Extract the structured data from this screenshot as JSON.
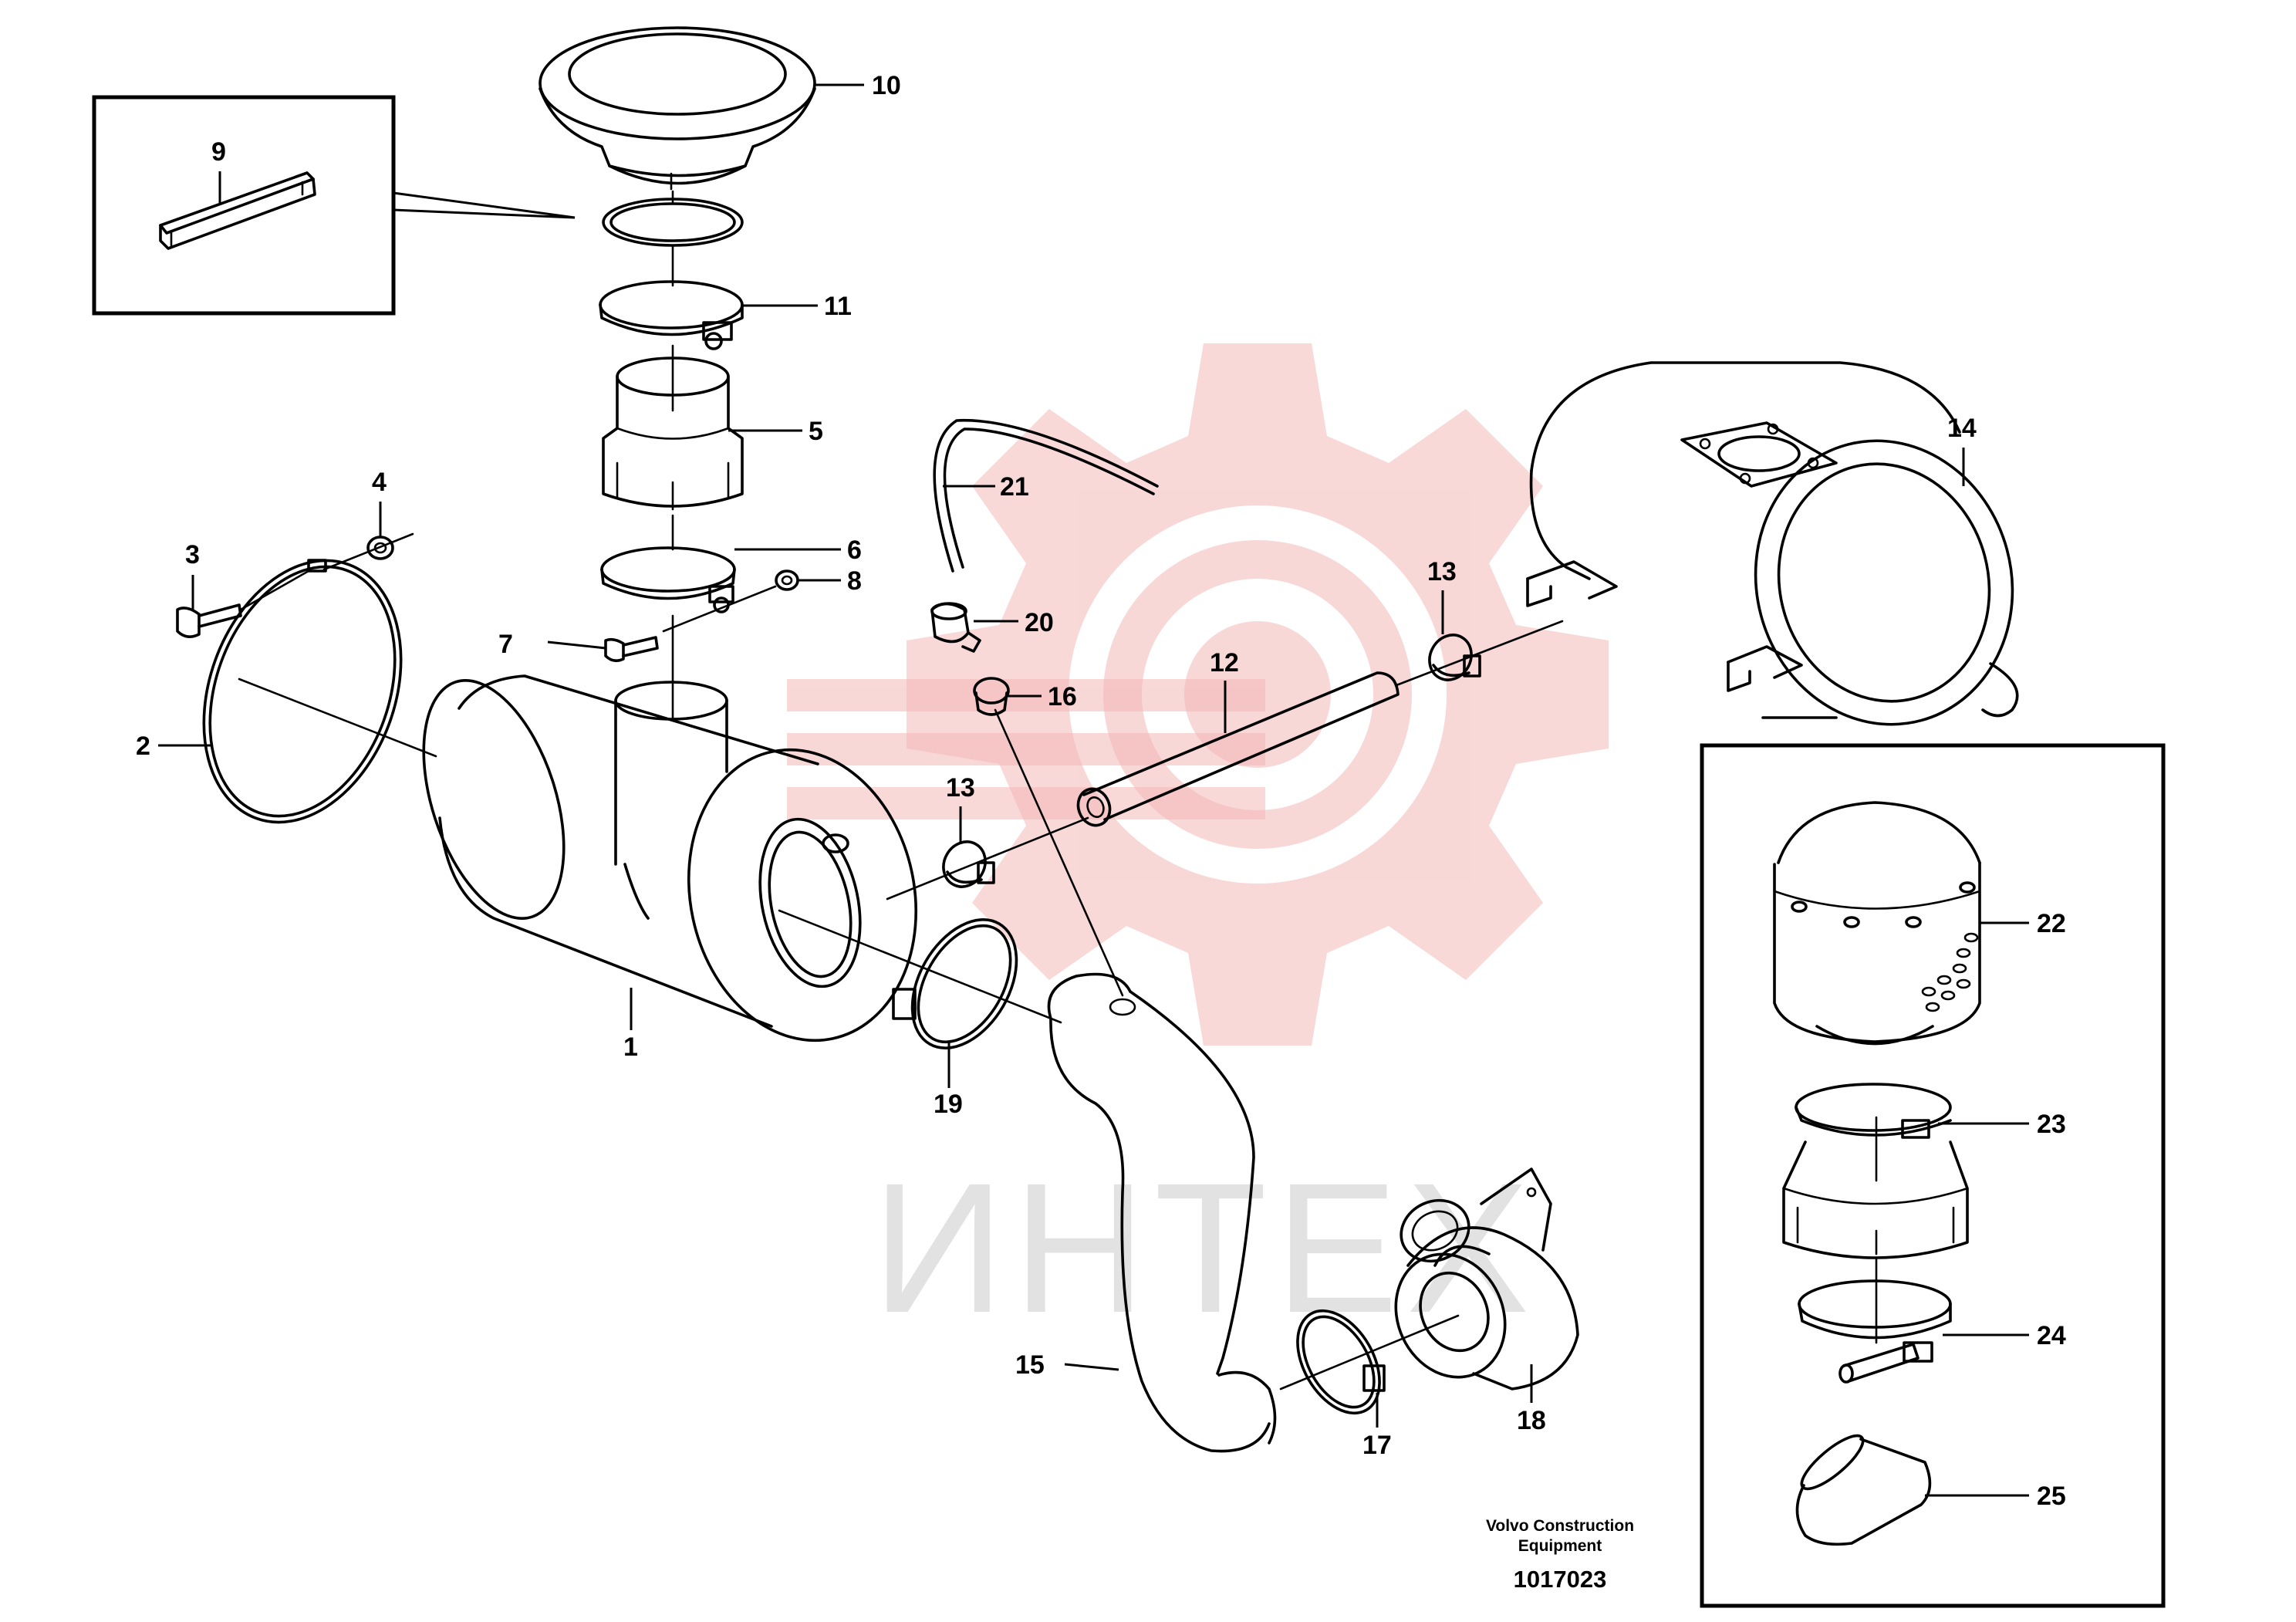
{
  "watermark": {
    "text": "ИНТЕХ",
    "color": "#f4b8b8"
  },
  "branding": {
    "line1": "Volvo Construction",
    "line2": "Equipment",
    "drawing_number": "1017023"
  },
  "callouts": [
    {
      "id": "c1",
      "label": "1"
    },
    {
      "id": "c2",
      "label": "2"
    },
    {
      "id": "c3",
      "label": "3"
    },
    {
      "id": "c4",
      "label": "4"
    },
    {
      "id": "c5",
      "label": "5"
    },
    {
      "id": "c6",
      "label": "6"
    },
    {
      "id": "c7",
      "label": "7"
    },
    {
      "id": "c8",
      "label": "8"
    },
    {
      "id": "c9",
      "label": "9"
    },
    {
      "id": "c10",
      "label": "10"
    },
    {
      "id": "c11",
      "label": "11"
    },
    {
      "id": "c12",
      "label": "12"
    },
    {
      "id": "c13a",
      "label": "13"
    },
    {
      "id": "c13b",
      "label": "13"
    },
    {
      "id": "c14",
      "label": "14"
    },
    {
      "id": "c15",
      "label": "15"
    },
    {
      "id": "c16",
      "label": "16"
    },
    {
      "id": "c17",
      "label": "17"
    },
    {
      "id": "c18",
      "label": "18"
    },
    {
      "id": "c19",
      "label": "19"
    },
    {
      "id": "c20",
      "label": "20"
    },
    {
      "id": "c21",
      "label": "21"
    },
    {
      "id": "c22",
      "label": "22"
    },
    {
      "id": "c23",
      "label": "23"
    },
    {
      "id": "c24",
      "label": "24"
    },
    {
      "id": "c25",
      "label": "25"
    }
  ]
}
